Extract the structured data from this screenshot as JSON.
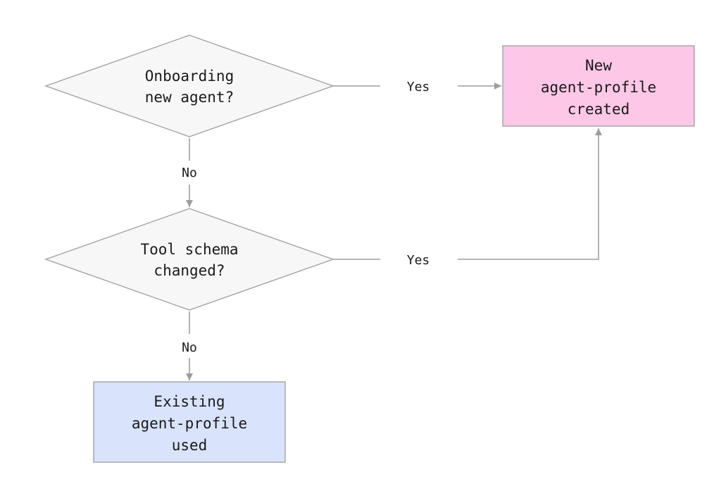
{
  "nodes": {
    "decision_onboarding": {
      "lines": [
        "Onboarding",
        "new agent?"
      ]
    },
    "decision_schema": {
      "lines": [
        "Tool schema",
        "changed?"
      ]
    },
    "result_new": {
      "lines": [
        "New",
        "agent-profile",
        "created"
      ]
    },
    "result_existing": {
      "lines": [
        "Existing",
        "agent-profile",
        "used"
      ]
    }
  },
  "edges": {
    "onboarding_yes": "Yes",
    "onboarding_no": "No",
    "schema_yes": "Yes",
    "schema_no": "No"
  },
  "colors": {
    "new_fill": "#fdc7e7",
    "existing_fill": "#d9e3fc",
    "decision_fill": "#f8f7f8",
    "line": "#9e9e9e"
  }
}
